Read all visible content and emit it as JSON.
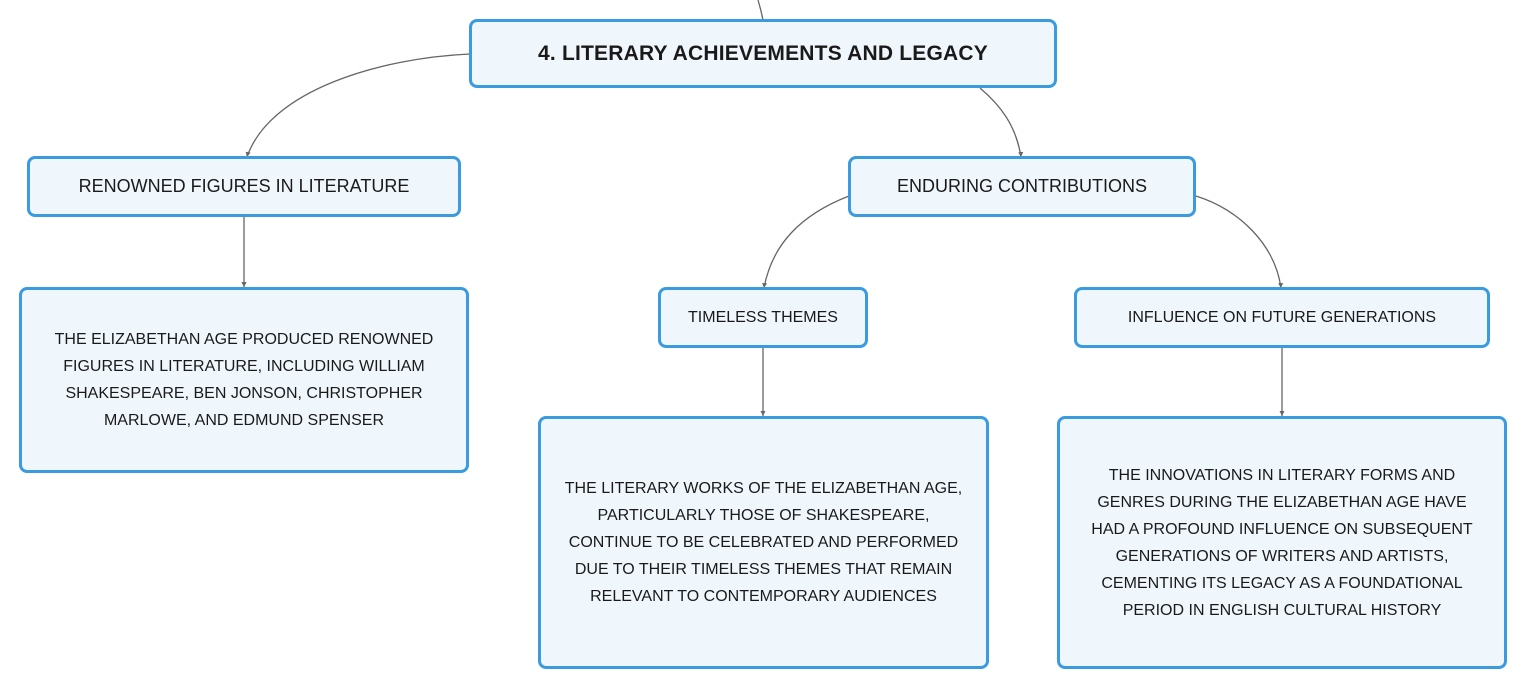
{
  "root": {
    "label": "4. LITERARY ACHIEVEMENTS AND LEGACY"
  },
  "renowned": {
    "label": "RENOWNED FIGURES IN LITERATURE",
    "detail": "THE ELIZABETHAN AGE PRODUCED RENOWNED FIGURES IN LITERATURE, INCLUDING WILLIAM SHAKESPEARE, BEN JONSON, CHRISTOPHER MARLOWE, AND EDMUND SPENSER"
  },
  "enduring": {
    "label": "ENDURING CONTRIBUTIONS",
    "themes": {
      "label": "TIMELESS THEMES",
      "detail": "THE LITERARY WORKS OF THE ELIZABETHAN AGE, PARTICULARLY THOSE OF SHAKESPEARE, CONTINUE TO BE CELEBRATED AND PERFORMED DUE TO THEIR TIMELESS THEMES THAT REMAIN RELEVANT TO CONTEMPORARY AUDIENCES"
    },
    "influence": {
      "label": "INFLUENCE ON FUTURE GENERATIONS",
      "detail": "THE INNOVATIONS IN LITERARY FORMS AND GENRES DURING THE ELIZABETHAN AGE HAVE HAD A PROFOUND INFLUENCE ON SUBSEQUENT GENERATIONS OF WRITERS AND ARTISTS, CEMENTING ITS LEGACY AS A FOUNDATIONAL PERIOD IN ENGLISH CULTURAL HISTORY"
    }
  },
  "colors": {
    "node_border": "#3a9be0",
    "node_fill": "#eff7fd",
    "connector": "#666666"
  }
}
